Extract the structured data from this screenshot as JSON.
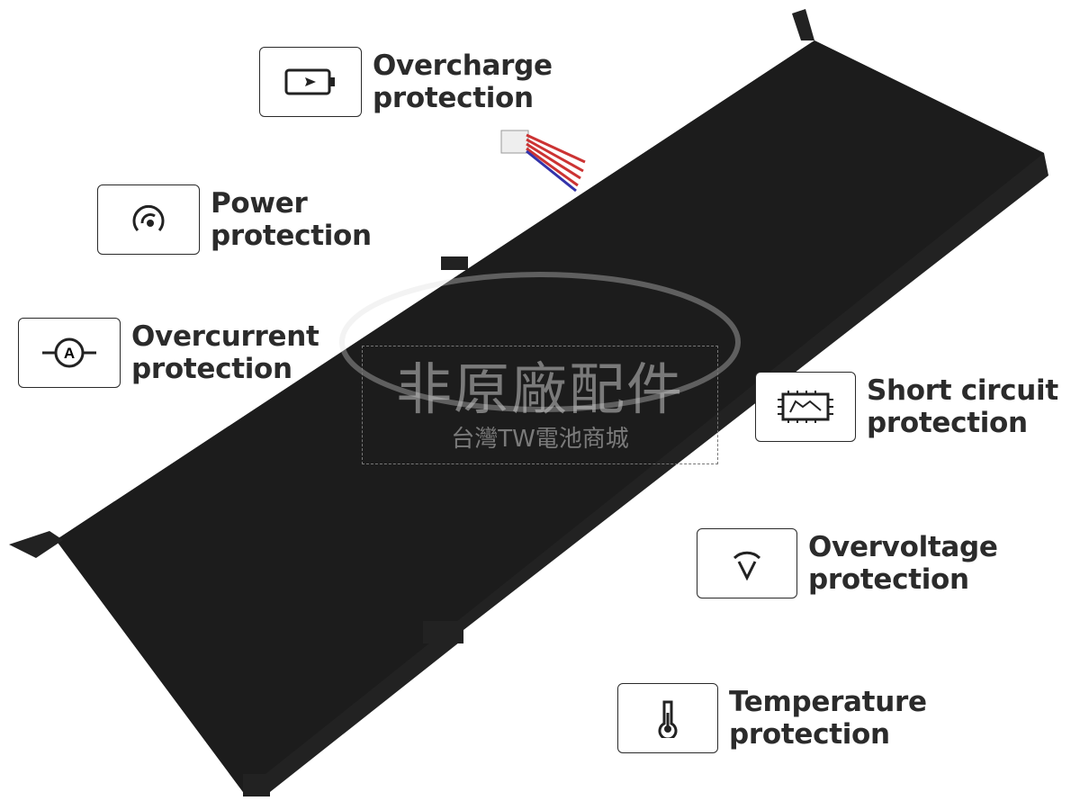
{
  "features": [
    {
      "id": "overcharge",
      "icon": "battery-charge-icon",
      "line1": "Overcharge",
      "line2": "protection"
    },
    {
      "id": "power",
      "icon": "gauge-icon",
      "line1": "Power",
      "line2": "protection"
    },
    {
      "id": "overcurrent",
      "icon": "ammeter-icon",
      "line1": "Overcurrent",
      "line2": "protection"
    },
    {
      "id": "short-circuit",
      "icon": "circuit-board-icon",
      "line1": "Short circuit",
      "line2": "protection"
    },
    {
      "id": "overvoltage",
      "icon": "voltage-icon",
      "line1": "Overvoltage",
      "line2": "protection"
    },
    {
      "id": "temperature",
      "icon": "thermometer-icon",
      "line1": "Temperature",
      "line2": "protection"
    }
  ],
  "watermark": {
    "line1": "非原廠配件",
    "line2": "台灣TW電池商城"
  },
  "colors": {
    "battery": "#1f1f1f",
    "text": "#2b2b2b"
  }
}
